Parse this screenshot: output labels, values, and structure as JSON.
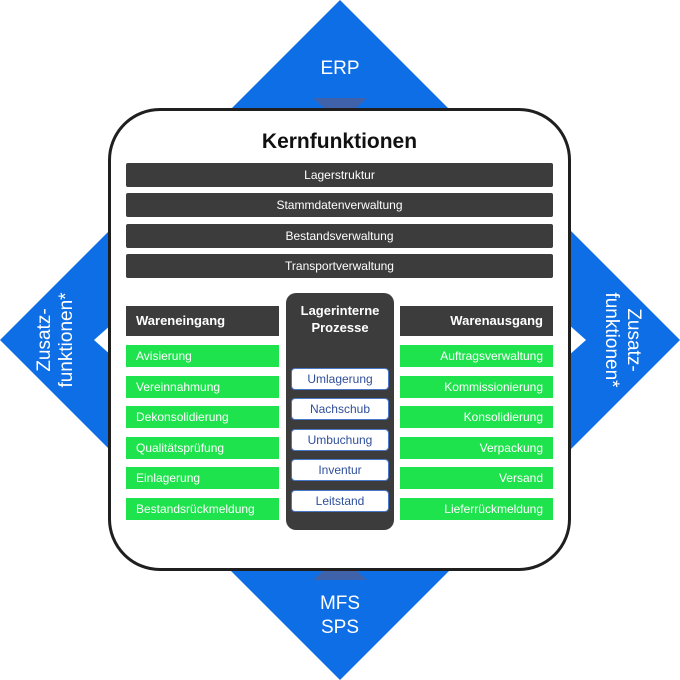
{
  "colors": {
    "blue": "#0e6ee6",
    "arrow": "#3f62aa",
    "dark": "#3c3c3c",
    "green": "#1fe34d",
    "item_text": "#2f4f9a"
  },
  "top_label": "ERP",
  "bottom_label_lines": [
    "MFS",
    "SPS"
  ],
  "left_label_lines": [
    "Zusatz-",
    "funktionen*"
  ],
  "right_label_lines": [
    "Zusatz-",
    "funktionen*"
  ],
  "title": "Kernfunktionen",
  "core_bars": [
    "Lagerstruktur",
    "Stammdatenverwaltung",
    "Bestandsverwaltung",
    "Transportverwaltung"
  ],
  "wareneingang": {
    "heading": "Wareneingang",
    "items": [
      "Avisierung",
      "Vereinnahmung",
      "Dekonsolidierung",
      "Qualitätsprüfung",
      "Einlagerung",
      "Bestandsrückmeldung"
    ]
  },
  "lagerinterne": {
    "heading_lines": [
      "Lagerinterne",
      "Prozesse"
    ],
    "items": [
      "Umlagerung",
      "Nachschub",
      "Umbuchung",
      "Inventur",
      "Leitstand"
    ]
  },
  "warenausgang": {
    "heading": "Warenausgang",
    "items": [
      "Auftragsverwaltung",
      "Kommissionierung",
      "Konsolidierung",
      "Verpackung",
      "Versand",
      "Lieferrückmeldung"
    ]
  }
}
